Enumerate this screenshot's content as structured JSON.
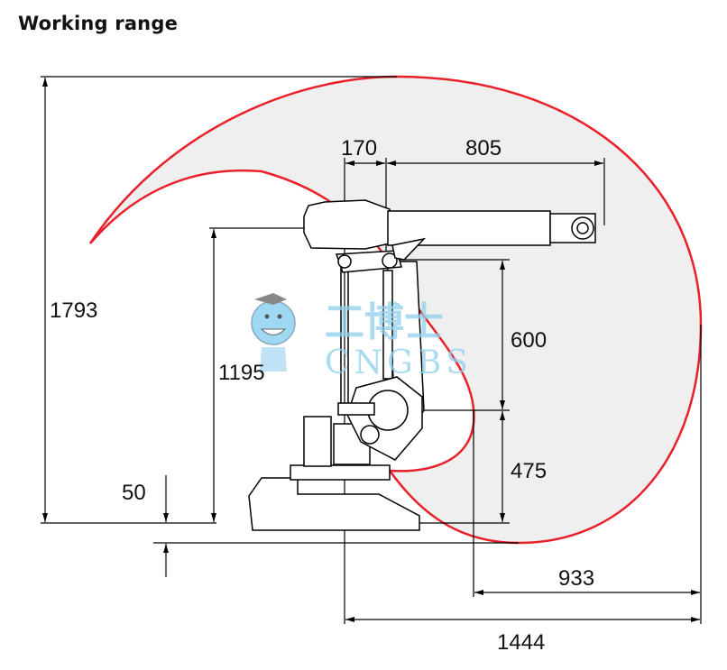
{
  "title": "Working range",
  "dimensions": {
    "total_height": "1793",
    "arm_height": "1195",
    "ground_offset": "50",
    "axis_offset": "170",
    "forearm_length": "805",
    "upper_arm_length": "600",
    "base_height": "475",
    "reach_from_axis": "933",
    "total_reach": "1444"
  },
  "watermark": {
    "chinese": "工博士",
    "latin": "CNGBS"
  },
  "colors": {
    "envelope_stroke": "#e8212a",
    "envelope_fill": "#efefef"
  }
}
